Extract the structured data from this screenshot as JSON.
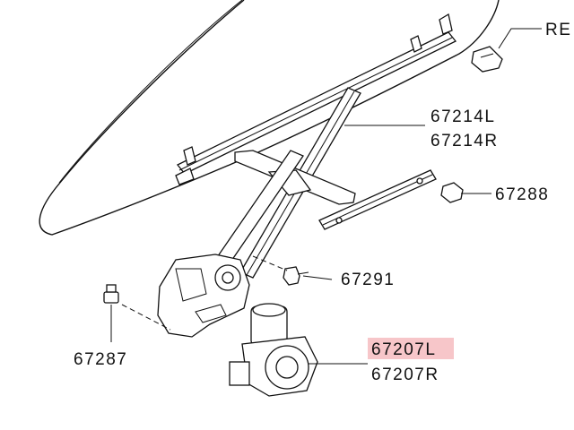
{
  "callouts": {
    "re": "RE",
    "rail_l": "67214L",
    "rail_r": "67214R",
    "nut_67288": "67288",
    "bolt_67291": "67291",
    "bolt_67287": "67287",
    "motor_l": "67207L",
    "motor_r": "67207R"
  },
  "colors": {
    "highlight": "#f7c6c9",
    "ink": "#111111"
  }
}
